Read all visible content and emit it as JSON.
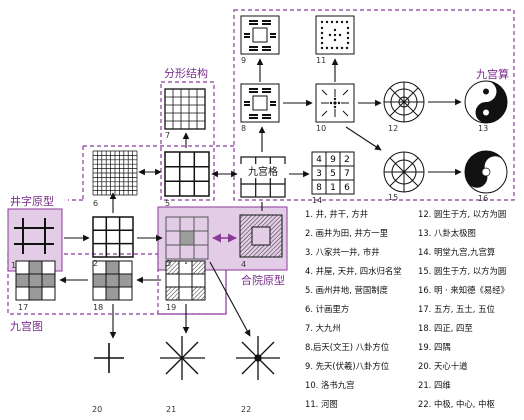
{
  "section_labels": {
    "jingzi": "井字原型",
    "fenxing": "分形结构",
    "jiugong_suan": "九宫算",
    "heyuan": "合院原型",
    "jiugong_tu": "九宫图"
  },
  "grid_center_text": "九宫格",
  "luoshu": [
    "4",
    "9",
    "2",
    "3",
    "5",
    "7",
    "8",
    "1",
    "6"
  ],
  "numbers": [
    "1",
    "2",
    "3",
    "4",
    "5",
    "6",
    "7",
    "8",
    "9",
    "10",
    "11",
    "12",
    "13",
    "14",
    "15",
    "16",
    "17",
    "18",
    "19",
    "20",
    "21",
    "22"
  ],
  "legend_left": [
    "1. 井, 井干, 方井",
    "2. 画井为田, 井方一里",
    "3. 八家共一井, 市井",
    "4. 井屋, 天井, 四水归名堂",
    "5. 画州井地, 营国制度",
    "6. 计画里方",
    "7. 大九州",
    "8.后天(文王) 八卦方位",
    "9. 先天(伏羲)八卦方位",
    "10. 洛书九宫",
    "11. 河图"
  ],
  "legend_right": [
    "12. 圆生于方, 以方为圆",
    "13. 八卦太极图",
    "14. 明堂九宫,九宫算",
    "15. 圆生于方, 以方为圆",
    "16. 明 · 来知德《易经》",
    "17. 五方, 五土, 五位",
    "18. 四正, 四至",
    "19. 四隅",
    "20. 天心十道",
    "21. 四维",
    "22. 中极, 中心, 中枢"
  ],
  "colors": {
    "purple": "#8b3a9a",
    "fill": "#e3cde6",
    "ink": "#111111"
  }
}
